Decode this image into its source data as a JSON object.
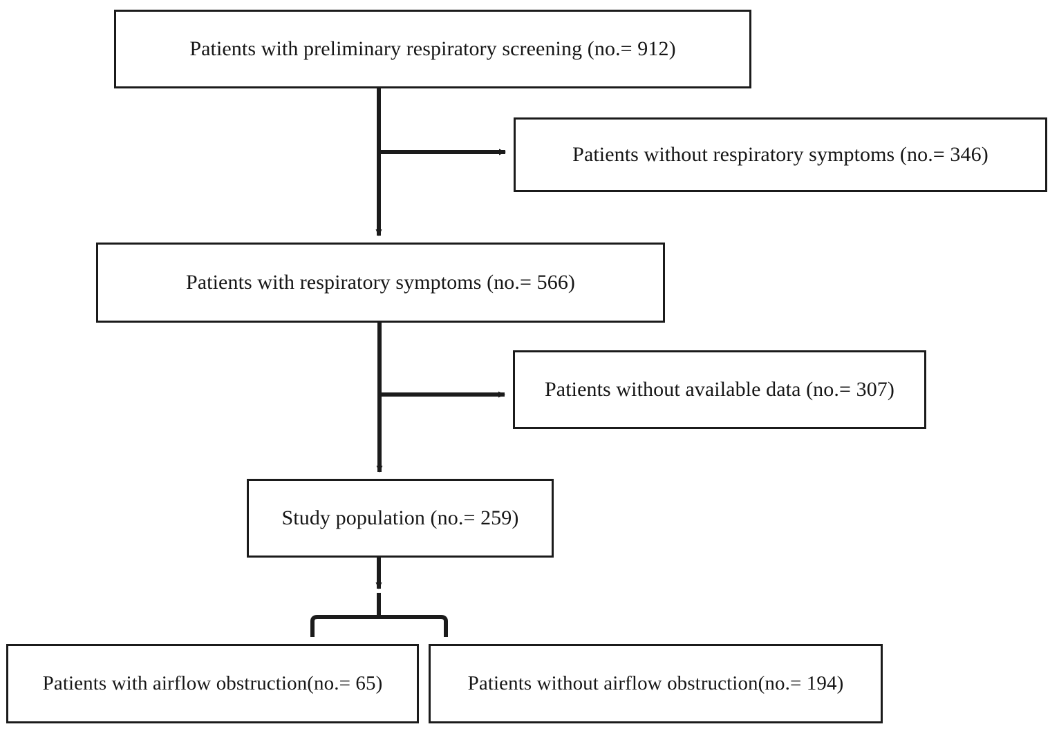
{
  "diagram": {
    "type": "study-flow-chart",
    "orientation": "vertical",
    "line_color": "#1b1b1b",
    "background_color": "#ffffff",
    "nodes": {
      "screened": "Patients with preliminary respiratory screening (no.= 912)",
      "excluded_no_symptoms": "Patients without respiratory symptoms (no.= 346)",
      "with_symptoms": "Patients with respiratory symptoms (no.= 566)",
      "excluded_no_data": "Patients without available data (no.= 307)",
      "study_population": "Study population (no.= 259)",
      "with_obstruction": "Patients with airflow obstruction(no.= 65)",
      "without_obstruction": "Patients without airflow obstruction(no.= 194)"
    },
    "counts": {
      "screened": 912,
      "excluded_no_symptoms": 346,
      "with_symptoms": 566,
      "excluded_no_data": 307,
      "study_population": 259,
      "with_obstruction": 65,
      "without_obstruction": 194
    },
    "edges": [
      {
        "from": "screened",
        "to": "excluded_no_symptoms",
        "style": "arrow-right"
      },
      {
        "from": "screened",
        "to": "with_symptoms",
        "style": "arrow-down"
      },
      {
        "from": "with_symptoms",
        "to": "excluded_no_data",
        "style": "arrow-right"
      },
      {
        "from": "with_symptoms",
        "to": "study_population",
        "style": "arrow-down"
      },
      {
        "from": "study_population",
        "to": "with_obstruction",
        "style": "bracket-split"
      },
      {
        "from": "study_population",
        "to": "without_obstruction",
        "style": "bracket-split"
      }
    ]
  }
}
